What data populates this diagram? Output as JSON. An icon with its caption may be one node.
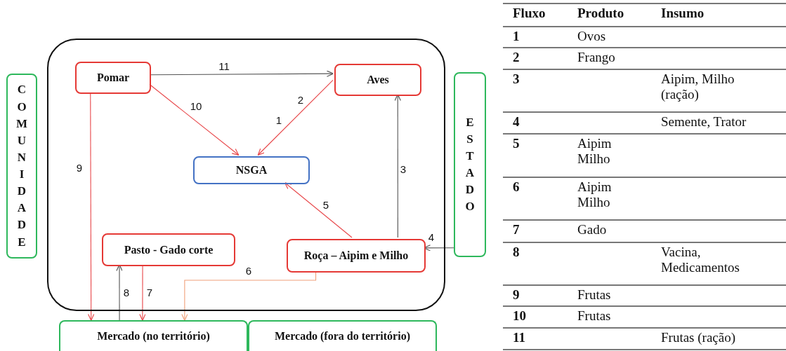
{
  "diagram": {
    "nodes": [
      {
        "text": [
          "COMUNIDADE"
        ]
      },
      {
        "text": [],
        "shape": "box"
      },
      {
        "text": [
          "Pomar"
        ],
        "in": 1
      },
      {
        "text": [
          "Aves"
        ],
        "in": 1
      },
      {
        "text": [
          "NSGA"
        ],
        "in": 1
      },
      {
        "text": [
          "Pasto - Gado corte"
        ],
        "in": 1
      },
      {
        "text": [
          "Roça – Aipim e Milho"
        ],
        "in": 1
      },
      {
        "text": [
          "ESTADO"
        ]
      },
      {
        "text": [
          "Mercado (no território)"
        ]
      },
      {
        "text": [
          "Mercado (fora do território)"
        ]
      }
    ],
    "edges": [
      {
        "from": 2,
        "to": 3,
        "arrow": "to",
        "label": "11",
        "color": "#555555"
      },
      {
        "from": 2,
        "to": 4,
        "arrow": "to",
        "label": "10"
      },
      {
        "from": 3,
        "to": 4,
        "arrow": "to",
        "label": "2"
      },
      {
        "from": 6,
        "to": 4,
        "arrow": "to",
        "label": "5"
      },
      {
        "from": 6,
        "to": 3,
        "arrow": "to",
        "label": "3",
        "color": "#555555"
      },
      {
        "from": 7,
        "to": 6,
        "arrow": "to",
        "label": "4",
        "color": "#555555"
      },
      {
        "from": 6,
        "to": 8,
        "arrow": "to",
        "label": "6",
        "color": "#f0a07a"
      },
      {
        "from": 2,
        "to": 8,
        "arrow": "to",
        "label": "9"
      },
      {
        "from": 5,
        "to": 8,
        "arrow": "to",
        "label": "7"
      },
      {
        "from": 8,
        "to": 5,
        "arrow": "to",
        "label": "8",
        "color": "#555555"
      }
    ],
    "labels": [
      "1",
      "Fluxo",
      "Produto",
      "Insumo",
      "1",
      "Ovos",
      "2",
      "Frango",
      "3",
      "Aipim, Milho (ração)",
      "4",
      "Semente, Trator",
      "5",
      "Aipim Milho",
      "6",
      "Aipim Milho",
      "7",
      "Gado",
      "8",
      "Vacina, Medicamentos",
      "9",
      "Frutas",
      "10",
      "Frutas",
      "11",
      "Frutas (ração)"
    ]
  }
}
